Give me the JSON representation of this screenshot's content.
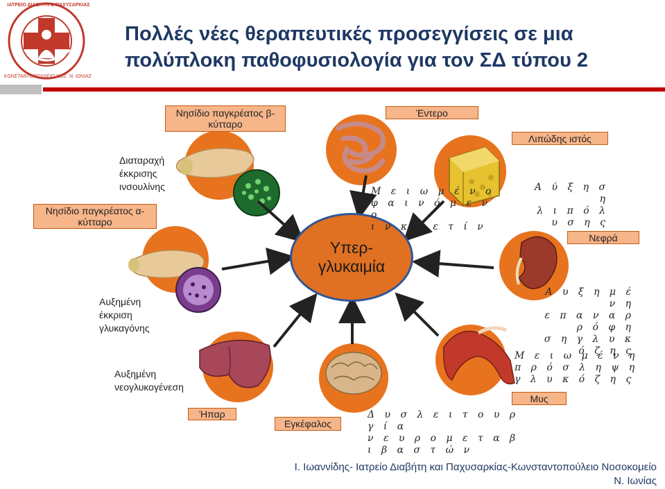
{
  "logo": {
    "arc_text": "ΙΑΤΡΕΙΟ ΔΙΑΒΗΤΗ & ΠΑΧΥΣΑΡΚΙΑΣ",
    "bottom_text": "ΚΩΝΣΤΑΝΤΟΠΟΥΛΕΙΟ ΝΟΣ. Ν. ΙΩΝΙΑΣ"
  },
  "title": {
    "line1": "Πολλές νέες θεραπευτικές προσεγγίσεις σε μια",
    "line2": "πολύπλοκη παθοφυσιολογία για τον ΣΔ τύπου 2"
  },
  "center": {
    "line1": "Υπερ-",
    "line2": "γλυκαιμία"
  },
  "organs": {
    "beta_cell": "Νησίδιο παγκρέατος β-κύτταρο",
    "alpha_cell": "Νησίδιο παγκρέατος α-κύτταρο",
    "gut": "Έντερο",
    "adipose": "Λιπώδης ιστός",
    "kidney": "Νεφρά",
    "liver": "Ήπαρ",
    "brain": "Εγκέφαλος",
    "muscle": "Μυς"
  },
  "effects": {
    "insulin_secretion": [
      "Διαταραχή",
      "έκκρισης",
      "ινσουλίνης"
    ],
    "glucagon_secretion": [
      "Αυξημένη",
      "έκκριση",
      "γλυκαγόνης"
    ],
    "gluconeogenesis": [
      "Αυξημένη",
      "νεογλυκογένεση"
    ],
    "incretin": [
      "Μ ε ι ω μ έ ν ο",
      "φ α ι ν ό μ ε ν",
      "ο",
      "ι ν κ ρ ε τ ί ν"
    ],
    "lipolysis": [
      "Α ύ ξ η σ η",
      "λ ι π ό λ υ σ η ς"
    ],
    "glucose_reabsorption": [
      "Α υ ξ η μ έ ν η",
      "ε π α ν α ρ ρ ό φ η",
      "σ η  γ λ υ κ ό ζ η ς"
    ],
    "glucose_uptake": [
      "Μ ε ι ω μ έ ν η",
      "π ρ ό σ λ η ψ η",
      "γ λ υ κ ό ζ η ς"
    ],
    "neurotransmitter": [
      "Δ υ σ λ ε ι τ ο υ ρ",
      "γ ί α",
      "ν ε υ ρ ο μ ε τ α β",
      "ι β α σ τ ώ ν"
    ]
  },
  "footer": {
    "line1": "Ι. Ιωαννίδης- Ιατρείο Διαβήτη και Παχυσαρκίας-Κωνσταντοπούλειο Νοσοκομείο",
    "line2": "Ν. Ιωνίας"
  },
  "colors": {
    "title": "#1f3864",
    "accent_red": "#c00000",
    "orange": "#e8731e",
    "label_box": "#f7b58a",
    "oval_border": "#2f5597"
  }
}
